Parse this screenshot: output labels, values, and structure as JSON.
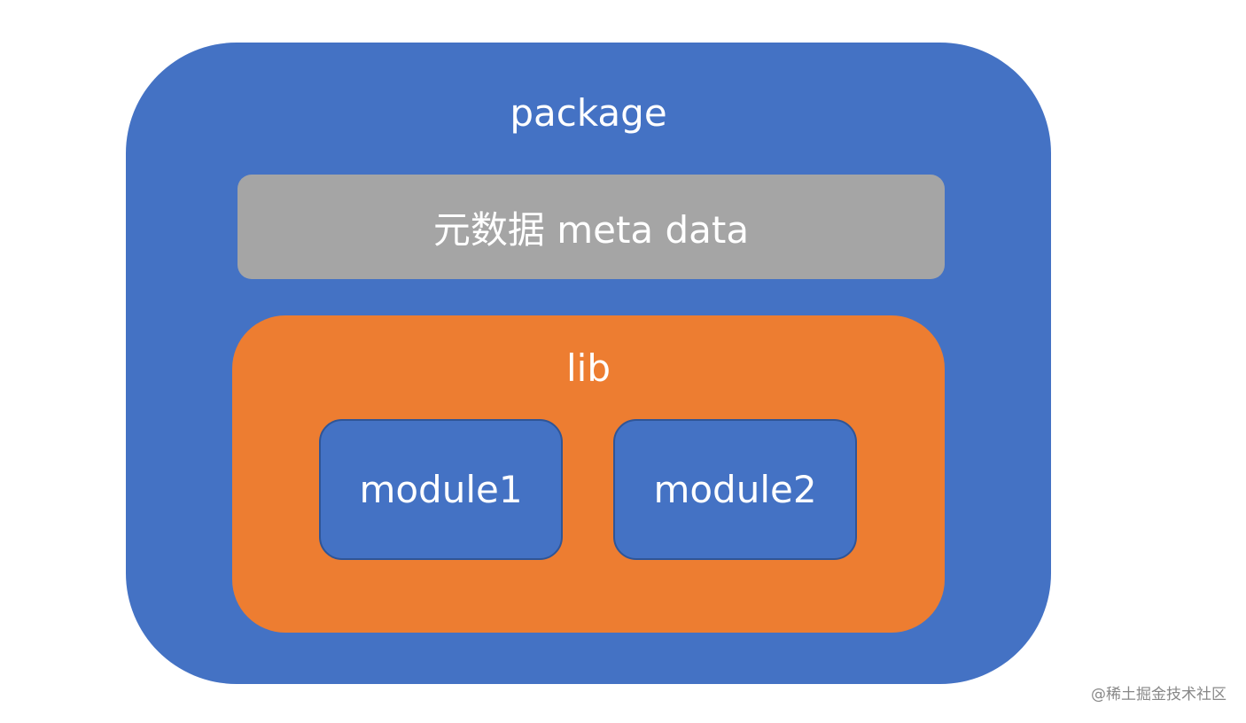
{
  "diagram": {
    "package_label": "package",
    "meta_label": "元数据 meta data",
    "lib_label": "lib",
    "modules": [
      {
        "label": "module1"
      },
      {
        "label": "module2"
      }
    ],
    "watermark": "@稀土掘金技术社区",
    "colors": {
      "package": "#4472c4",
      "meta": "#a5a5a5",
      "lib": "#ed7d31",
      "module": "#4472c4",
      "text": "#ffffff"
    }
  }
}
